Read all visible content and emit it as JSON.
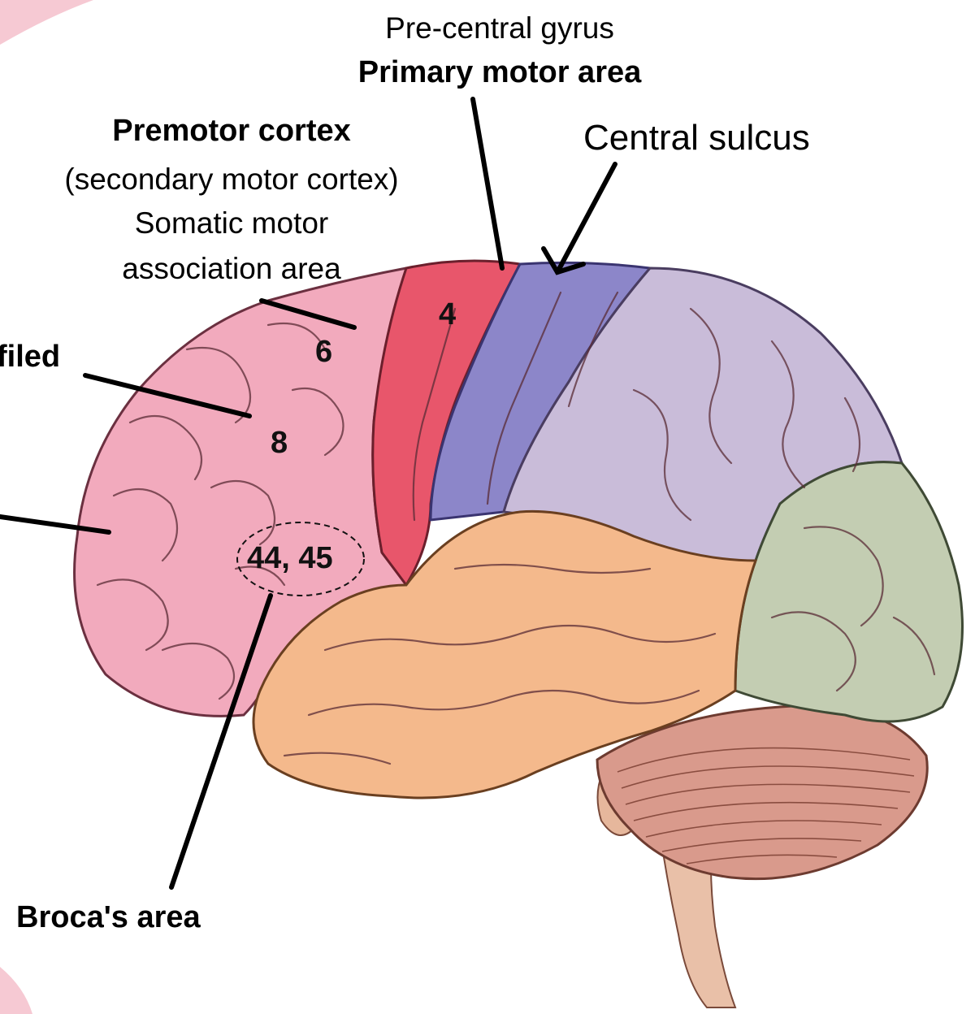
{
  "labels": {
    "precentral_gyrus": "Pre-central gyrus",
    "primary_motor_area": "Primary motor area",
    "central_sulcus": "Central sulcus",
    "premotor_cortex": "Premotor cortex",
    "secondary_motor_cortex": "(secondary motor cortex)",
    "somatic_motor": "Somatic motor",
    "association_area": "association area",
    "eye_field_fragment": "filed",
    "brocas_area": "Broca's area"
  },
  "area_numbers": {
    "area_4": "4",
    "area_6": "6",
    "area_8": "8",
    "area_44_45": "44, 45"
  },
  "colors": {
    "frontal_lobe": "#f2aabd",
    "primary_motor": "#e8566b",
    "somatosensory": "#8c86c9",
    "parietal_lobe": "#c9bcd9",
    "temporal_lobe": "#f4b98c",
    "occipital_lobe": "#c3cdb2",
    "cerebellum": "#d99a8c",
    "brainstem": "#e9c0a8",
    "corner_decoration": "#f6c9d3"
  }
}
